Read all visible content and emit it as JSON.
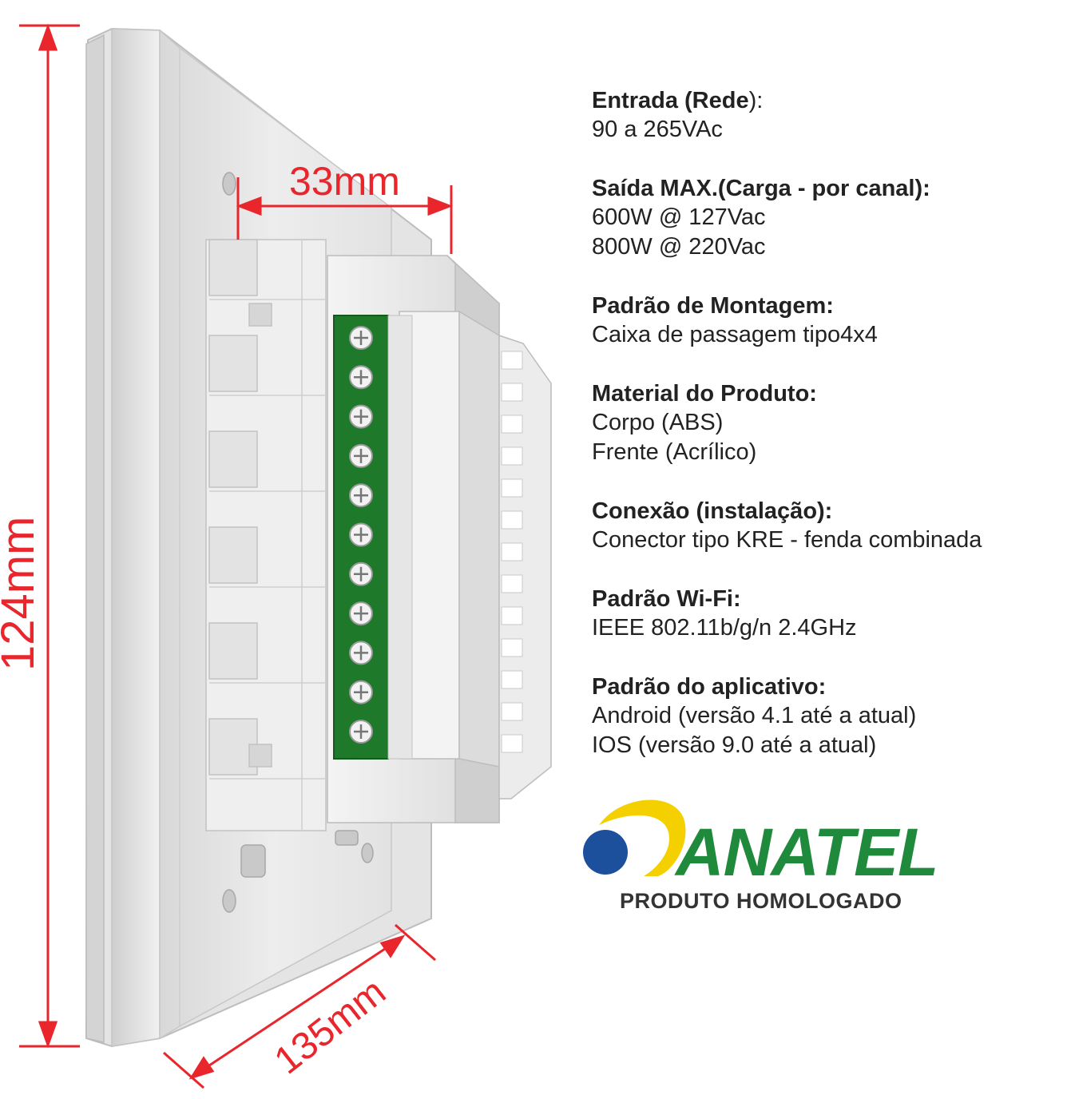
{
  "dimensions": {
    "height": "124mm",
    "depth": "33mm",
    "width": "135mm"
  },
  "specs": [
    {
      "heading": "Entrada (Rede",
      "heading_suffix": "):",
      "lines": [
        "90 a 265VAc"
      ]
    },
    {
      "heading": "Saída MAX.(Carga - por canal):",
      "heading_suffix": "",
      "lines": [
        "600W @ 127Vac",
        "800W @ 220Vac"
      ]
    },
    {
      "heading": "Padrão de Montagem:",
      "heading_suffix": "",
      "lines": [
        "Caixa de passagem tipo4x4"
      ]
    },
    {
      "heading": "Material do Produto:",
      "heading_suffix": "",
      "lines": [
        "Corpo (ABS)",
        "Frente (Acrílico)"
      ]
    },
    {
      "heading": "Conexão (instalação):",
      "heading_suffix": "",
      "lines": [
        "Conector tipo KRE - fenda combinada"
      ]
    },
    {
      "heading": "Padrão Wi-Fi:",
      "heading_suffix": "",
      "lines": [
        "IEEE 802.11b/g/n 2.4GHz"
      ]
    },
    {
      "heading": "Padrão do aplicativo:",
      "heading_suffix": "",
      "lines": [
        "Android (versão 4.1 até a atual)",
        "IOS (versão 9.0 até a atual)"
      ]
    }
  ],
  "certification": {
    "logo_text": "ANATEL",
    "caption": "PRODUTO HOMOLOGADO"
  },
  "colors": {
    "dimension_red": "#e8262c",
    "terminal_green": "#1e7a2a",
    "anatel_green": "#1f8a3c",
    "anatel_yellow": "#f5d000",
    "anatel_blue": "#1c4f9c"
  },
  "terminal_count": 11
}
